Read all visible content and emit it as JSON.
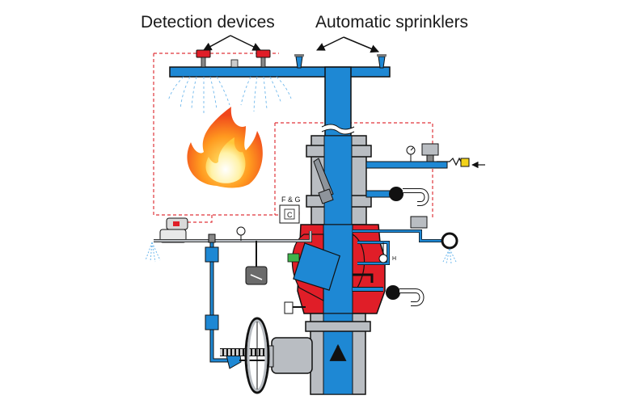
{
  "labels": {
    "detection_devices": "Detection devices",
    "automatic_sprinklers": "Automatic sprinklers"
  },
  "panel": {
    "title": "F & G",
    "code": "C"
  },
  "gauge_letter": "H",
  "colors": {
    "pipe_blue": "#1e88d4",
    "valve_red": "#e01e28",
    "valve_grey": "#b9bdc2",
    "outline": "#111111",
    "signal_red": "#e0353b"
  }
}
